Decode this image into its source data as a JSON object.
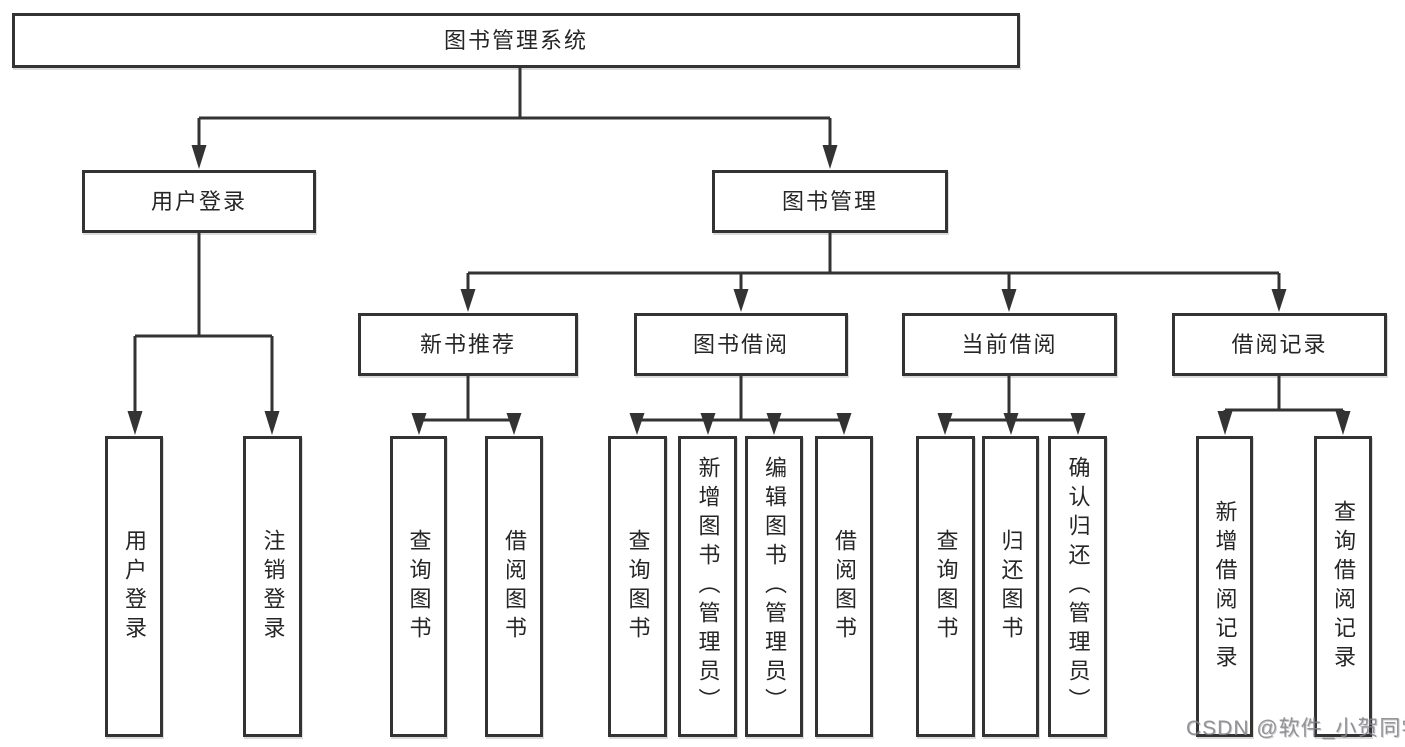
{
  "diagram": {
    "root": {
      "label": "图书管理系统"
    },
    "branches": [
      {
        "label": "用户登录",
        "children": [
          {
            "label": "用户登录"
          },
          {
            "label": "注销登录"
          }
        ]
      },
      {
        "label": "图书管理",
        "children": [
          {
            "label": "新书推荐",
            "children": [
              {
                "label": "查询图书"
              },
              {
                "label": "借阅图书"
              }
            ]
          },
          {
            "label": "图书借阅",
            "children": [
              {
                "label": "查询图书"
              },
              {
                "label": "新增图书（管理员）"
              },
              {
                "label": "编辑图书（管理员）"
              },
              {
                "label": "借阅图书"
              }
            ]
          },
          {
            "label": "当前借阅",
            "children": [
              {
                "label": "查询图书"
              },
              {
                "label": "归还图书"
              },
              {
                "label": "确认归还（管理员）"
              }
            ]
          },
          {
            "label": "借阅记录",
            "children": [
              {
                "label": "新增借阅记录"
              },
              {
                "label": "查询借阅记录"
              }
            ]
          }
        ]
      }
    ]
  },
  "watermark": {
    "text": "CSDN @软件_小贺同学"
  },
  "colors": {
    "line": "#333333",
    "text": "#262626",
    "background": "#ffffff",
    "watermark": "#82828a"
  }
}
